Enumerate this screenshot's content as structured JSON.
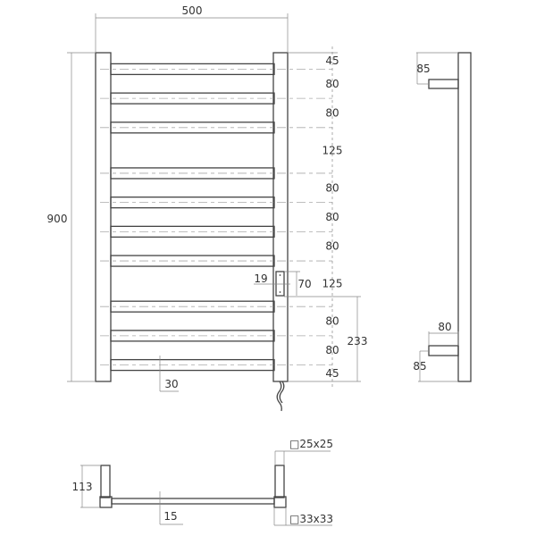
{
  "front_view": {
    "width_label": "500",
    "height_label": "900",
    "spacing_labels": [
      "45",
      "80",
      "80",
      "125",
      "80",
      "80",
      "80",
      "125",
      "80",
      "80",
      "45"
    ],
    "box_width_label": "19",
    "box_height_label": "70",
    "box_offset_label": "233",
    "rail_label": "30"
  },
  "side_view": {
    "top_bracket_label": "85",
    "bracket_depth_label": "80",
    "bottom_bracket_label": "85"
  },
  "top_view": {
    "depth_label": "113",
    "rail_label": "15",
    "post_label": "□25x25",
    "base_label": "□33x33"
  }
}
